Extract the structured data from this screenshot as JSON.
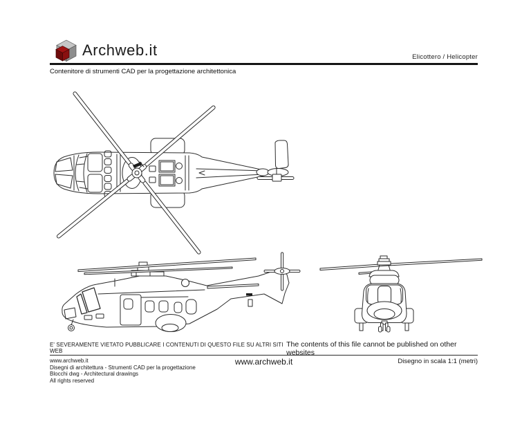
{
  "header": {
    "brand": "Archweb.it",
    "subject": "Elicottero  /  Helicopter",
    "tagline": "Contenitore di strumenti CAD per la progettazione architettonica"
  },
  "drawings": {
    "top_view": "helicopter-top-view-drawing",
    "side_view": "helicopter-side-view-drawing",
    "front_view": "helicopter-front-view-drawing"
  },
  "notice": {
    "warning_it": "E' SEVERAMENTE VIETATO PUBBLICARE I CONTENUTI DI QUESTO FILE SU ALTRI SITI WEB",
    "warning_en": "The contents of this file cannot be published on other websites"
  },
  "footer": {
    "site": "www.archweb.it",
    "line2": "Disegni di architettura - Strumenti CAD  per la progettazione",
    "line3": "Blocchi dwg - Architectural drawings",
    "line4": "All rights reserved",
    "center_site": "www.archweb.it",
    "scale_note": "Disegno in scala 1:1 (metri)"
  },
  "colors": {
    "drawing_line": "#2b2b2b",
    "rule": "#151515",
    "logo_red_top": "#a01313",
    "logo_red_left": "#6e0b0b",
    "logo_red_right": "#8a1010",
    "logo_gray_top": "#c6c6c6",
    "logo_gray_left": "#b0b0b0",
    "logo_gray_right": "#8d8d8d"
  }
}
